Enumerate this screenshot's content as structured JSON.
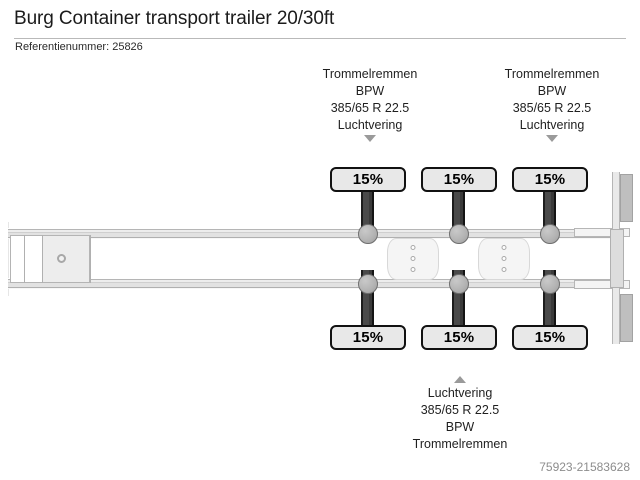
{
  "header": {
    "title": "Burg Container transport trailer 20/30ft",
    "reference_label": "Referentienummer: 25826"
  },
  "annotations": {
    "top_left": {
      "line1": "Trommelremmen",
      "line2": "BPW",
      "line3": "385/65 R 22.5",
      "line4": "Luchtvering",
      "arrow": "arrow-down-icon"
    },
    "top_right": {
      "line1": "Trommelremmen",
      "line2": "BPW",
      "line3": "385/65 R 22.5",
      "line4": "Luchtvering",
      "arrow": "arrow-down-icon"
    },
    "bottom": {
      "arrow": "arrow-up-icon",
      "line1": "Luchtvering",
      "line2": "385/65 R 22.5",
      "line3": "BPW",
      "line4": "Trommelremmen"
    }
  },
  "diagram": {
    "axles": [
      {
        "name": "axle-1",
        "top_plate": "15%",
        "bottom_plate": "15%"
      },
      {
        "name": "axle-2",
        "top_plate": "15%",
        "bottom_plate": "15%"
      },
      {
        "name": "axle-3",
        "top_plate": "15%",
        "bottom_plate": "15%"
      }
    ],
    "kingpin": "kingpin-icon",
    "airbags": [
      {
        "holes": 3
      },
      {
        "holes": 3
      }
    ],
    "colors": {
      "plate_fill": "#e8e8e8",
      "plate_border": "#111111",
      "axle_dark": "#3a3a3a",
      "hub_gray": "#b2b2b2",
      "rail_gray": "#e2e2e2",
      "arrow_gray": "#9a9a9a"
    }
  },
  "watermark": "75923-21583628"
}
